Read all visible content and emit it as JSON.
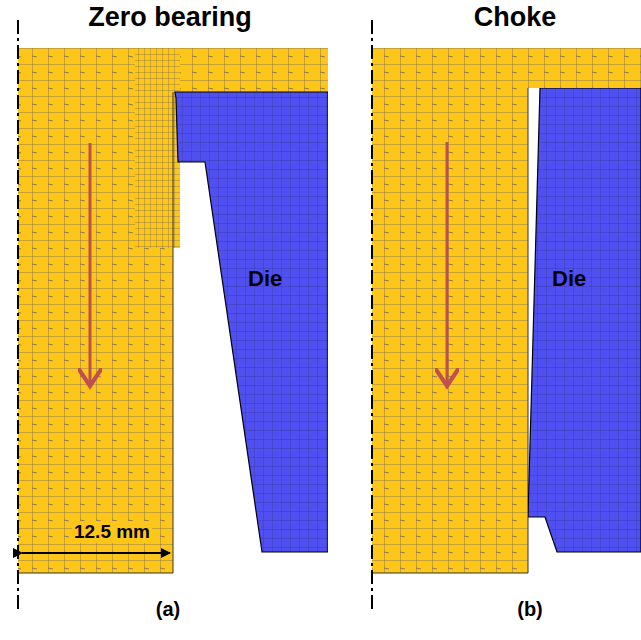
{
  "diagram": {
    "nodes": [
      {
        "text": [
          "Die"
        ]
      },
      {
        "text": [
          "Die"
        ]
      }
    ],
    "labels": [
      "Zero bearing",
      "Choke",
      "12.5 mm",
      "(a)",
      "(b)"
    ]
  }
}
